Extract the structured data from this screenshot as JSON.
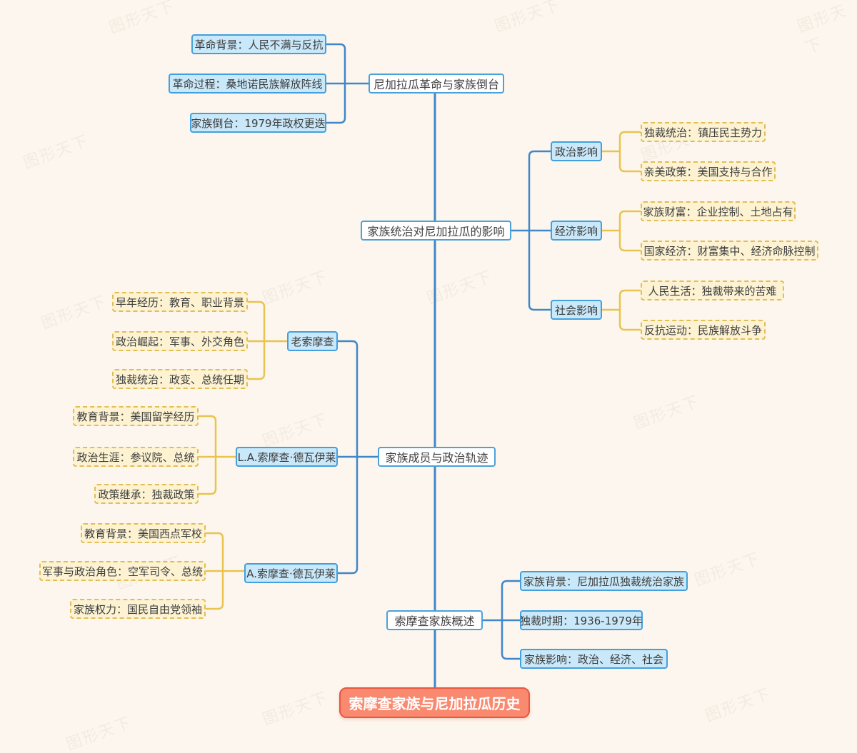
{
  "watermark": "图形天下",
  "root": {
    "label": "索摩查家族与尼加拉瓜历史"
  },
  "colors": {
    "background": "#fdf6ee",
    "line_blue": "#3f87c8",
    "line_yellow": "#e8c44e",
    "branch_node_fill": "#ffffff",
    "branch_node_border": "#4aa2da",
    "sub_node_fill": "#c9e8f9",
    "sub_node_border": "#43a0dc",
    "leaf_node_fill": "#fdf3d3",
    "leaf_node_border": "#e2bd55",
    "root_fill": "#f98a70",
    "root_border": "#e8573f",
    "root_text": "#ffffff"
  },
  "branches": [
    {
      "label": "尼加拉瓜革命与家族倒台",
      "children": [
        {
          "label": "革命背景：人民不满与反抗"
        },
        {
          "label": "革命过程：桑地诺民族解放阵线"
        },
        {
          "label": "家族倒台：1979年政权更迭"
        }
      ]
    },
    {
      "label": "家族统治对尼加拉瓜的影响",
      "children": [
        {
          "label": "政治影响",
          "children": [
            {
              "label": "独裁统治：镇压民主势力"
            },
            {
              "label": "亲美政策：美国支持与合作"
            }
          ]
        },
        {
          "label": "经济影响",
          "children": [
            {
              "label": "家族财富：企业控制、土地占有"
            },
            {
              "label": "国家经济：财富集中、经济命脉控制"
            }
          ]
        },
        {
          "label": "社会影响",
          "children": [
            {
              "label": "人民生活：独裁带来的苦难"
            },
            {
              "label": "反抗运动：民族解放斗争"
            }
          ]
        }
      ]
    },
    {
      "label": "家族成员与政治轨迹",
      "children": [
        {
          "label": "老索摩查",
          "children": [
            {
              "label": "早年经历：教育、职业背景"
            },
            {
              "label": "政治崛起：军事、外交角色"
            },
            {
              "label": "独裁统治：政变、总统任期"
            }
          ]
        },
        {
          "label": "L.A.索摩查·德瓦伊莱",
          "children": [
            {
              "label": "教育背景：美国留学经历"
            },
            {
              "label": "政治生涯：参议院、总统"
            },
            {
              "label": "政策继承：独裁政策"
            }
          ]
        },
        {
          "label": "A.索摩查·德瓦伊莱",
          "children": [
            {
              "label": "教育背景：美国西点军校"
            },
            {
              "label": "军事与政治角色：空军司令、总统"
            },
            {
              "label": "家族权力：国民自由党领袖"
            }
          ]
        }
      ]
    },
    {
      "label": "索摩查家族概述",
      "children": [
        {
          "label": "家族背景：尼加拉瓜独裁统治家族"
        },
        {
          "label": "独裁时期：1936-1979年"
        },
        {
          "label": "家族影响：政治、经济、社会"
        }
      ]
    }
  ]
}
